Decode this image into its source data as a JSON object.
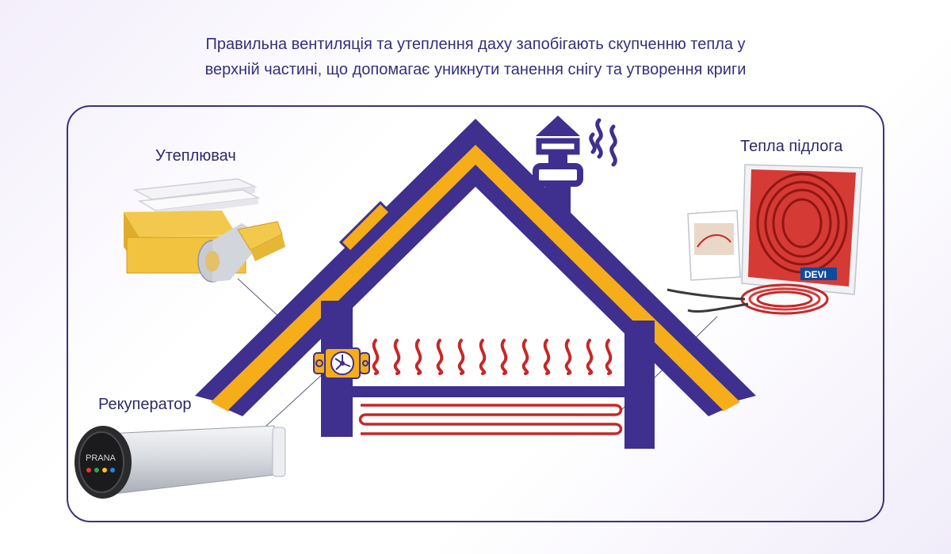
{
  "headline": {
    "line1": "Правильна вентиляція та утеплення даху запобігають скупченню тепла у",
    "line2": "верхній частині, що допомагає уникнути танення снігу та утворення криги"
  },
  "labels": {
    "insulation": "Утеплювач",
    "floor_heating": "Тепла підлога",
    "recuperator": "Рекуператор"
  },
  "product_text": {
    "recuperator_brand": "PRANA",
    "floor_heating_brand": "DEVI"
  },
  "colors": {
    "roof": "#3f2f8f",
    "insulation_layer": "#f5ad1a",
    "heat": "#c62828",
    "frame": "#3b3280"
  }
}
